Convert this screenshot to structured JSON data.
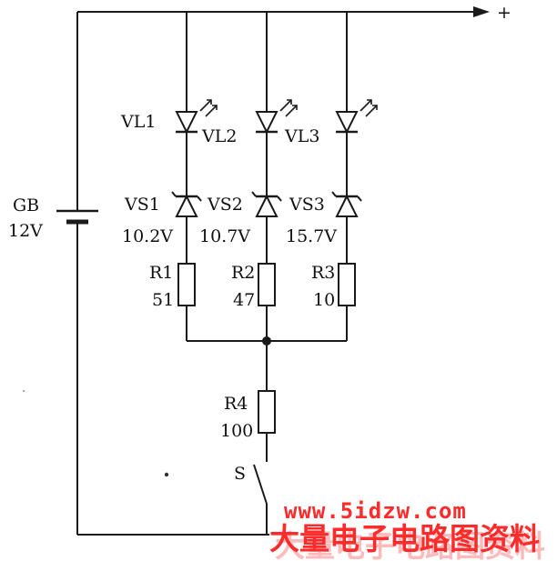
{
  "labels": {
    "plus": "+",
    "battery": {
      "name": "GB",
      "value": "12V"
    },
    "leds": [
      "VL1",
      "VL2",
      "VL3"
    ],
    "zeners": [
      {
        "name": "VS1",
        "value": "10.2V"
      },
      {
        "name": "VS2",
        "value": "10.7V"
      },
      {
        "name": "VS3",
        "value": "15.7V"
      }
    ],
    "resistors": [
      {
        "name": "R1",
        "value": "51"
      },
      {
        "name": "R2",
        "value": "47"
      },
      {
        "name": "R3",
        "value": "10"
      }
    ],
    "r4": {
      "name": "R4",
      "value": "100"
    },
    "switch": "S"
  },
  "watermark": {
    "url": "www.5idzw.com",
    "cn": "大量电子电路图资料"
  }
}
